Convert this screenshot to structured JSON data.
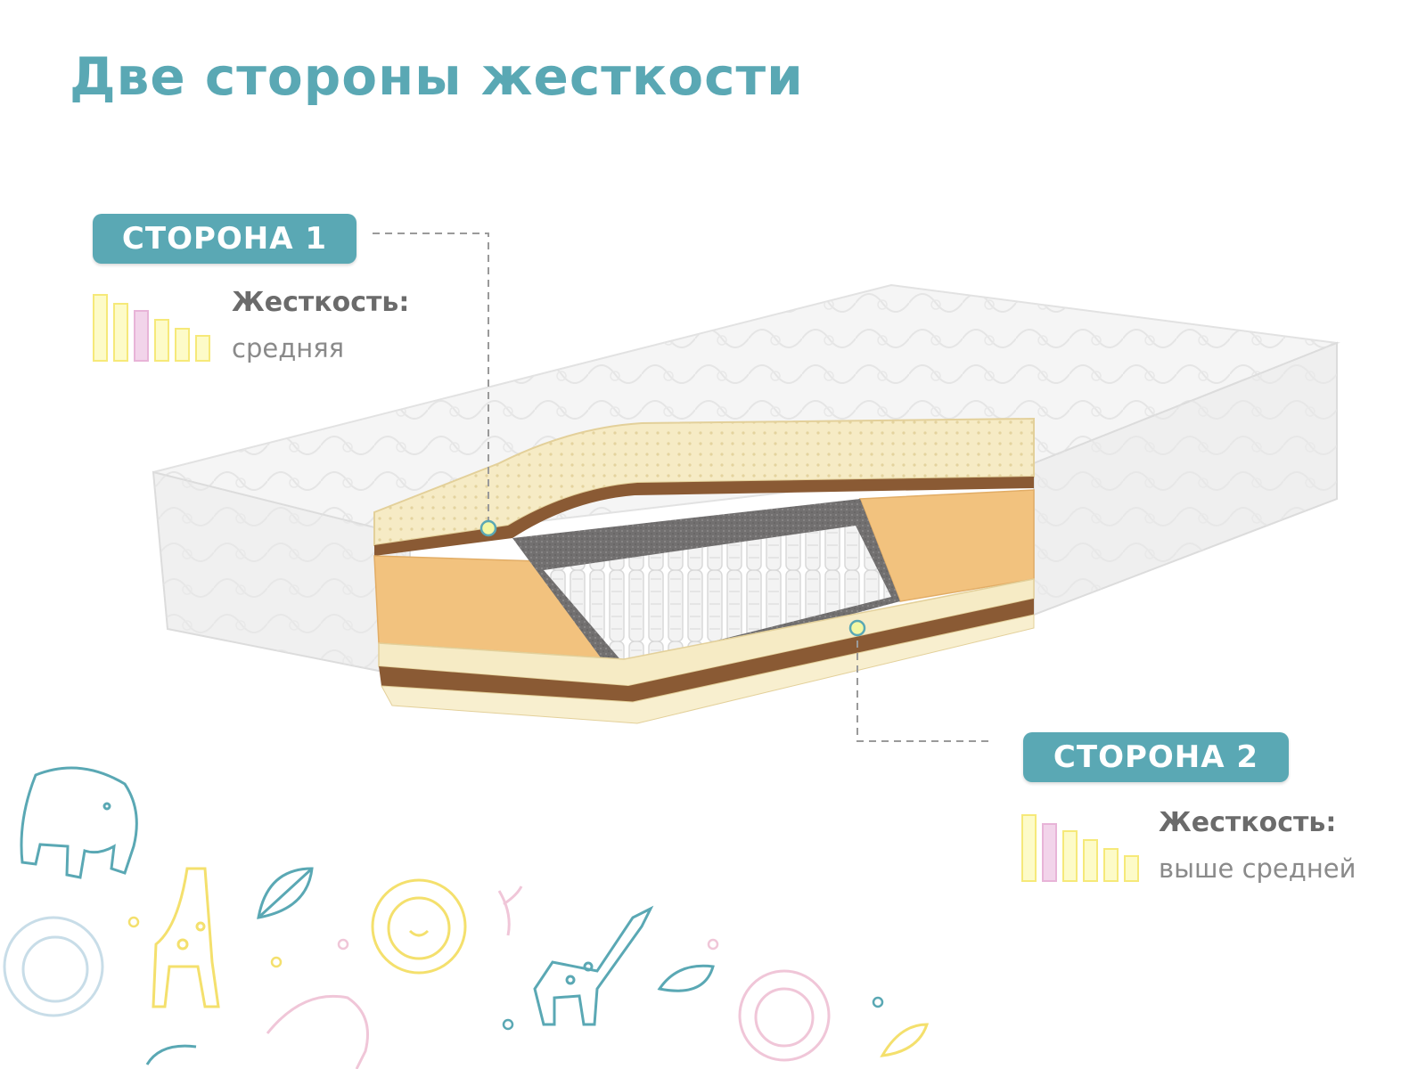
{
  "title": "Две стороны жесткости",
  "sides": [
    {
      "label": "СТОРОНА 1",
      "hardness_label": "Жесткость:",
      "hardness_value": "средняя",
      "highlight_bar": 3
    },
    {
      "label": "СТОРОНА 2",
      "hardness_label": "Жесткость:",
      "hardness_value": "выше средней",
      "highlight_bar": 2
    }
  ],
  "colors": {
    "accent": "#5aa8b4",
    "bar_fill": "#fdfbc8",
    "bar_highlight": "#f2d4ea",
    "latex": "#f6ebc5",
    "coir": "#8a5a34",
    "foam": "#f2c27e",
    "felt": "#6e6c6c"
  },
  "decor_icons": [
    "elephant-icon",
    "giraffe-icon",
    "lion-icon",
    "leaf-icon"
  ]
}
